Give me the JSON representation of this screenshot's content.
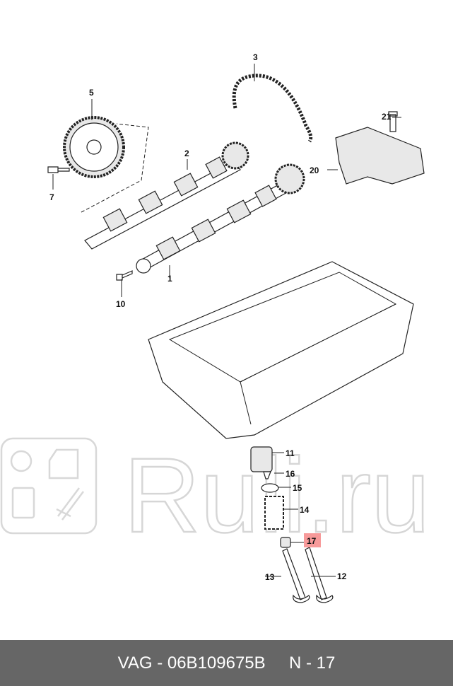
{
  "watermark": {
    "text": "Ruli.ru",
    "icons": [
      "engine-oil-icon",
      "car-door-icon",
      "oil-canister-icon",
      "shock-absorber-icon"
    ]
  },
  "diagram": {
    "callouts": [
      {
        "id": "1",
        "part": "camshaft"
      },
      {
        "id": "2",
        "part": "camshaft"
      },
      {
        "id": "3",
        "part": "chain"
      },
      {
        "id": "5",
        "part": "camshaft-sprocket"
      },
      {
        "id": "7",
        "part": "bolt"
      },
      {
        "id": "10",
        "part": "bolt"
      },
      {
        "id": "11",
        "part": "valve-lifter"
      },
      {
        "id": "12",
        "part": "valve"
      },
      {
        "id": "13",
        "part": "valve"
      },
      {
        "id": "14",
        "part": "valve-spring"
      },
      {
        "id": "15",
        "part": "spring-retainer"
      },
      {
        "id": "16",
        "part": "valve-cotter"
      },
      {
        "id": "17",
        "part": "valve-stem-seal"
      },
      {
        "id": "20",
        "part": "chain-tensioner"
      },
      {
        "id": "21",
        "part": "bolt"
      }
    ],
    "highlighted": "17",
    "highlight_color": "#f79a9a"
  },
  "footer": {
    "brand": "VAG",
    "separator": " - ",
    "part_number": "06B109675B",
    "position_label": "N - 17"
  },
  "colors": {
    "footer_bg": "#666666",
    "footer_text": "#ffffff"
  }
}
